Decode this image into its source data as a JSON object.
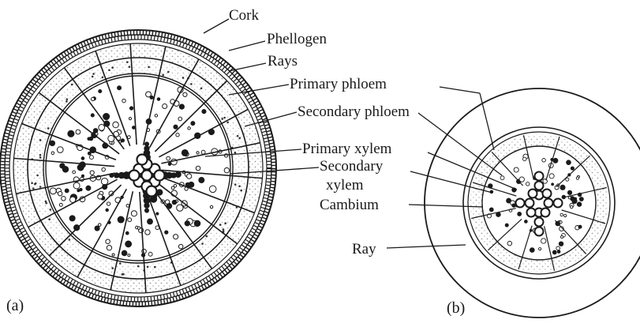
{
  "panels": [
    {
      "id": "a",
      "label": "(a)"
    },
    {
      "id": "b",
      "label": "(b)"
    }
  ],
  "labels": {
    "cork": "Cork",
    "phellogen": "Phellogen",
    "rays": "Rays",
    "primary_phloem": "Primary phloem",
    "secondary_phloem": "Secondary phloem",
    "primary_xylem": "Primary xylem",
    "secondary_xylem_1": "Secondary",
    "secondary_xylem_2": "xylem",
    "cambium": "Cambium",
    "ray": "Ray"
  },
  "colors": {
    "ink": "#1a1a1a",
    "background": "#ffffff",
    "stipple": "#444444"
  }
}
